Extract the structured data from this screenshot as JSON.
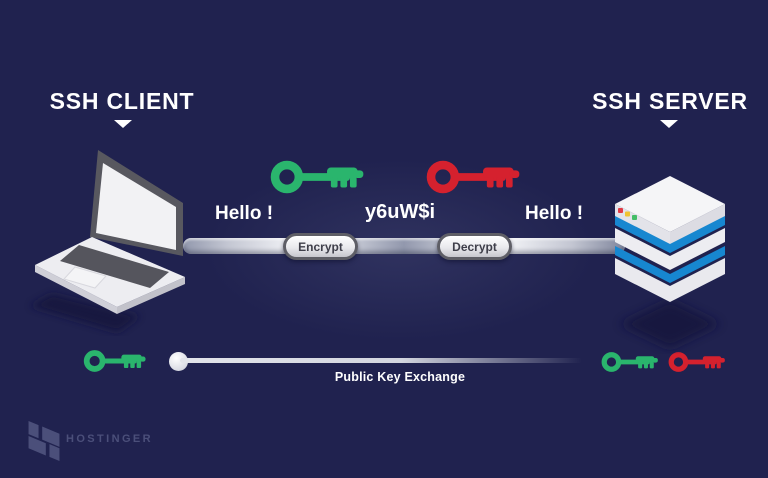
{
  "client": {
    "title": "SSH CLIENT"
  },
  "server": {
    "title": "SSH SERVER"
  },
  "messages": {
    "hello_from_client": "Hello !",
    "encrypted_text": "y6uW$i",
    "hello_to_server": "Hello !"
  },
  "channel": {
    "encrypt_button": "Encrypt",
    "decrypt_button": "Decrypt"
  },
  "exchange": {
    "label": "Public Key Exchange"
  },
  "brand": {
    "name": "HOSTINGER"
  },
  "colors": {
    "background": "#20224f",
    "key_public_green": "#2ab56d",
    "key_private_red": "#d5212e",
    "server_stripe_blue": "#1787d0",
    "status_light_red": "#e23b45",
    "status_light_yellow": "#f0c330",
    "status_light_green": "#43bd66",
    "brand_muted": "#4b4f7a"
  }
}
